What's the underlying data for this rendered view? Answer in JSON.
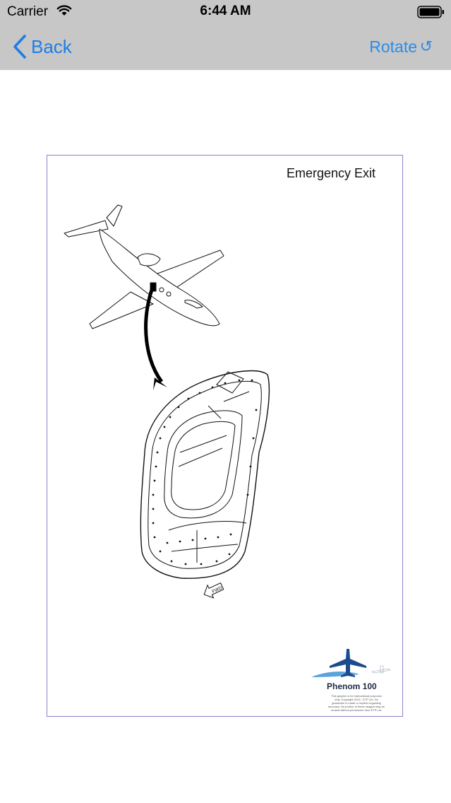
{
  "status_bar": {
    "carrier": "Carrier",
    "time": "6:44 AM"
  },
  "nav": {
    "back_label": "Back",
    "rotate_label": "Rotate",
    "rotate_icon": "↺",
    "accent_color": "#1f7de5"
  },
  "document": {
    "title": "Emergency Exit",
    "direction_label": "FWD",
    "logo": {
      "name": "Phenom 100",
      "fine_print": "This graphic is for instructional purposes only. Copyright 2013 - ETP Ltd. No guarantee is made or implied regarding accuracy. No portion of these images may be reused without permission from ETP Ltd.",
      "colors": [
        "#1b4c8c",
        "#5aa3dc"
      ]
    }
  }
}
